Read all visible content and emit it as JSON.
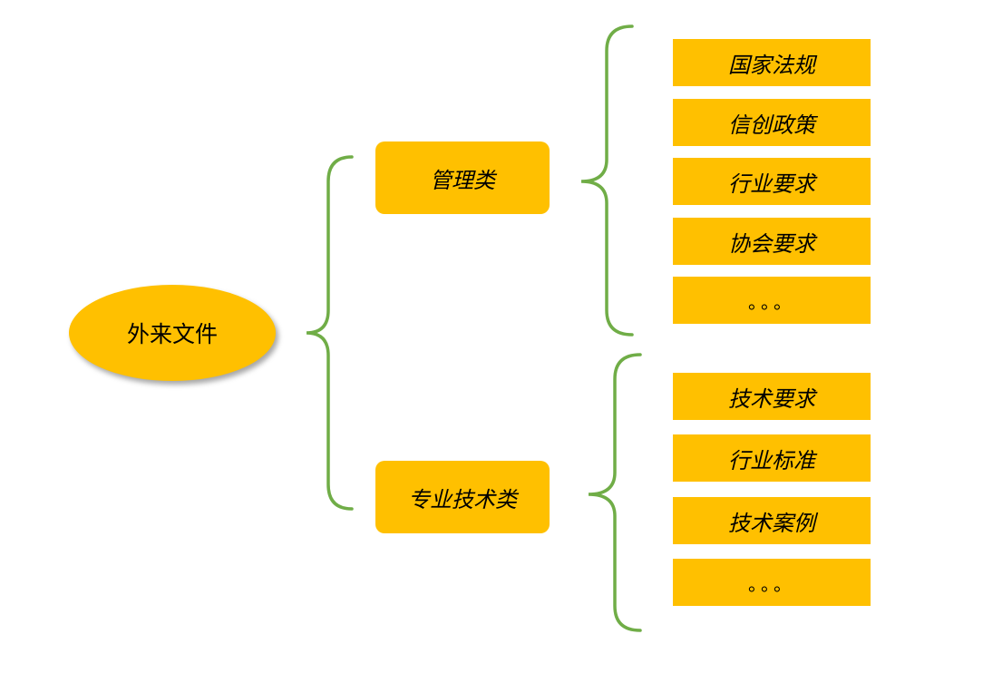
{
  "colors": {
    "node_fill": "#FFC000",
    "brace_stroke": "#70AD47"
  },
  "root": {
    "label": "外来文件"
  },
  "categories": [
    {
      "label": "管理类",
      "items": [
        "国家法规",
        "信创政策",
        "行业要求",
        "协会要求",
        "。。。"
      ]
    },
    {
      "label": "专业技术类",
      "items": [
        "技术要求",
        "行业标准",
        "技术案例",
        "。。。"
      ]
    }
  ]
}
